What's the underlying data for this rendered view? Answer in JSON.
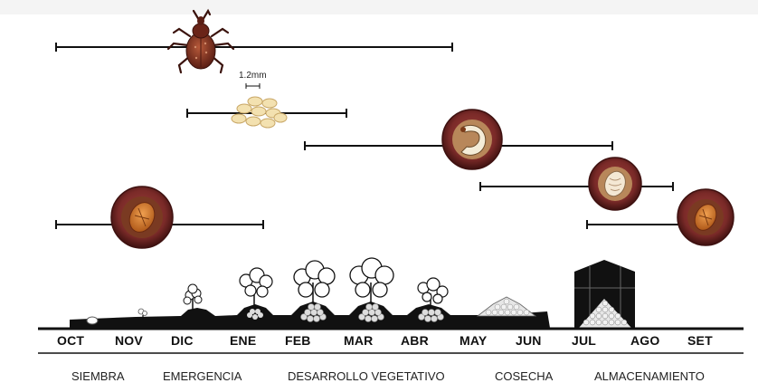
{
  "scale_label": "1.2mm",
  "months": [
    "OCT",
    "NOV",
    "DIC",
    "ENE",
    "FEB",
    "MAR",
    "ABR",
    "MAY",
    "JUN",
    "JUL",
    "AGO",
    "SET"
  ],
  "stages": [
    "SIEMBRA",
    "EMERGENCIA",
    "DESARROLLO VEGETATIVO",
    "COSECHA",
    "ALMACENAMIENTO"
  ],
  "life_stages": [
    {
      "icon": "adult-weevil-icon"
    },
    {
      "icon": "eggs-icon"
    },
    {
      "icon": "larva-in-tuber-icon"
    },
    {
      "icon": "pupa-in-tuber-icon"
    },
    {
      "icon": "adult-in-tuber-icon"
    },
    {
      "icon": "adult-in-tuber-storage-icon"
    }
  ],
  "colors": {
    "tuber": "#7a2a28",
    "tuber_dark": "#4a1514",
    "beetle": "#8a3a26",
    "egg": "#f3e1b0",
    "soil": "#111111"
  }
}
